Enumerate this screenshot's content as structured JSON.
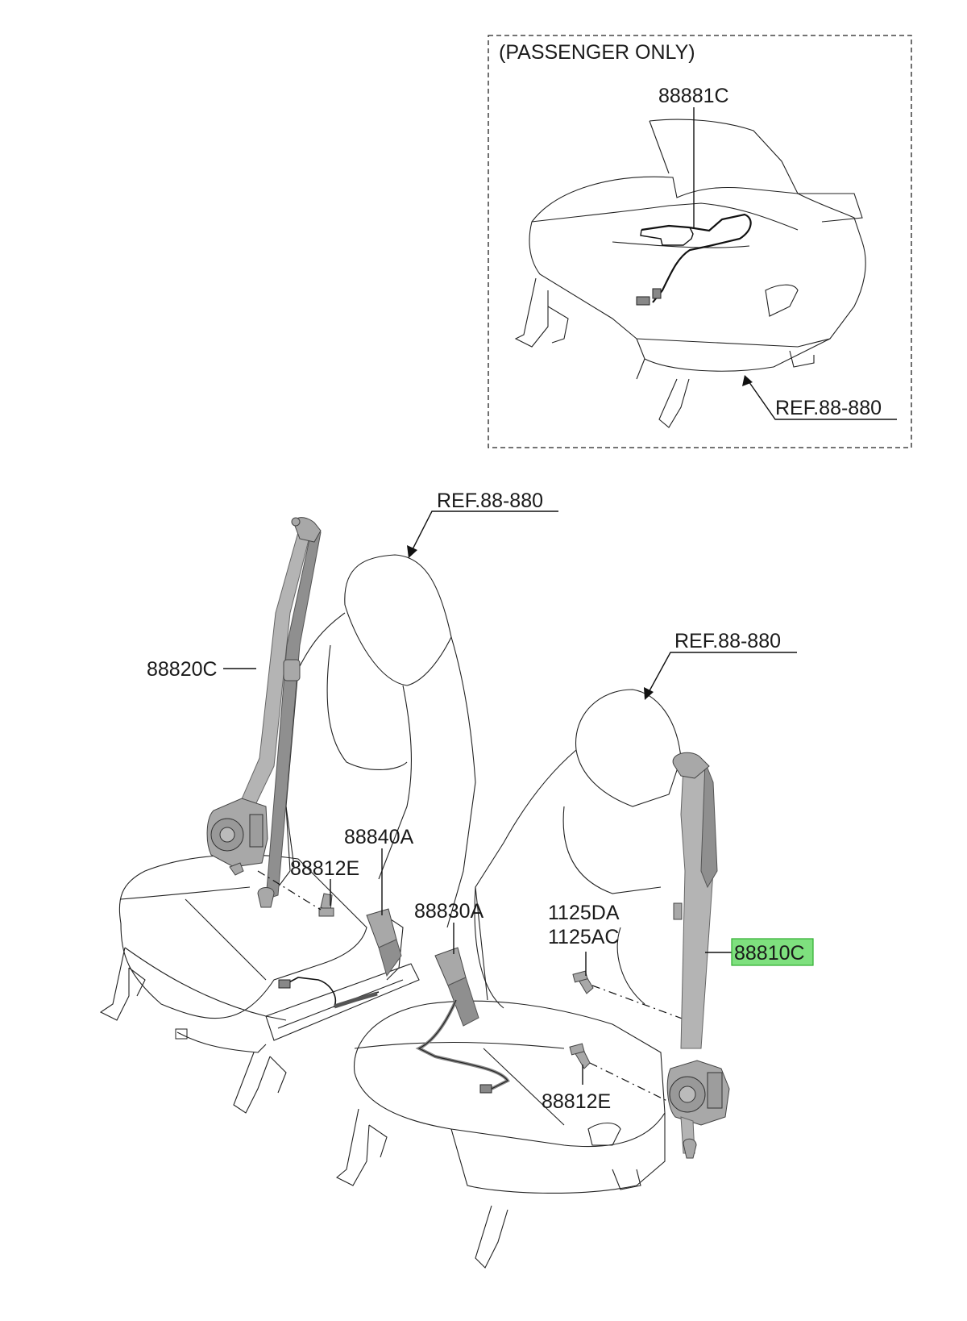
{
  "inset": {
    "title": "(PASSENGER ONLY)"
  },
  "labels": {
    "p88881C": "88881C",
    "ref_inset": "REF.88-880",
    "ref_left": "REF.88-880",
    "ref_right": "REF.88-880",
    "p88820C": "88820C",
    "p88840A": "88840A",
    "p88812E_left": "88812E",
    "p88830A": "88830A",
    "p1125DA": "1125DA",
    "p1125AC": "1125AC",
    "p88810C": "88810C",
    "p88812E_right": "88812E"
  },
  "highlight": {
    "part": "88810C",
    "color": "#7ee07e"
  }
}
